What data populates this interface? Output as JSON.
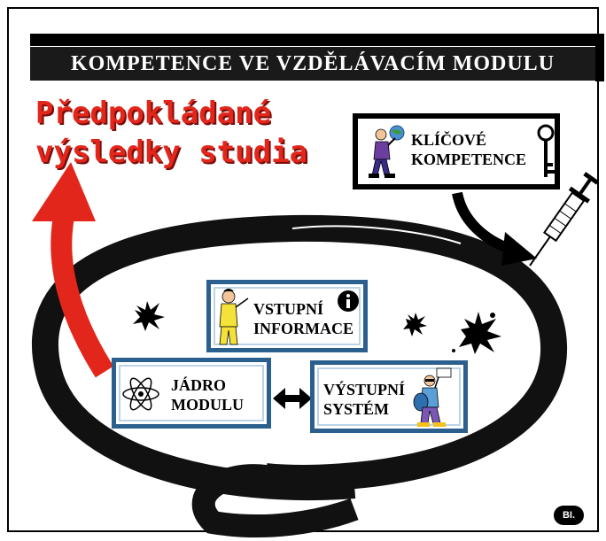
{
  "title": "KOMPETENCE VE VZDĚLÁVACÍM MODULU",
  "headline": {
    "line1": "Předpokládané",
    "line2": "výsledky studia"
  },
  "boxes": {
    "key_competences": {
      "line1": "KLÍČOVÉ",
      "line2": "KOMPETENCE"
    },
    "input_info": {
      "line1": "VSTUPNÍ",
      "line2": "INFORMACE"
    },
    "module_core": {
      "line1": "JÁDRO",
      "line2": "MODULU"
    },
    "output_system": {
      "line1": "VÝSTUPNÍ",
      "line2": "SYSTÉM"
    }
  },
  "badge": "BI.",
  "colors": {
    "accent_red": "#e3261b",
    "box_blue": "#2a5f8e",
    "loop": "#111111"
  },
  "icons": [
    "businessman-globe-icon",
    "key-icon",
    "syringe-icon",
    "teacher-icon",
    "info-icon",
    "atom-icon",
    "double-arrow-icon",
    "student-icon",
    "ink-splat-icon"
  ]
}
